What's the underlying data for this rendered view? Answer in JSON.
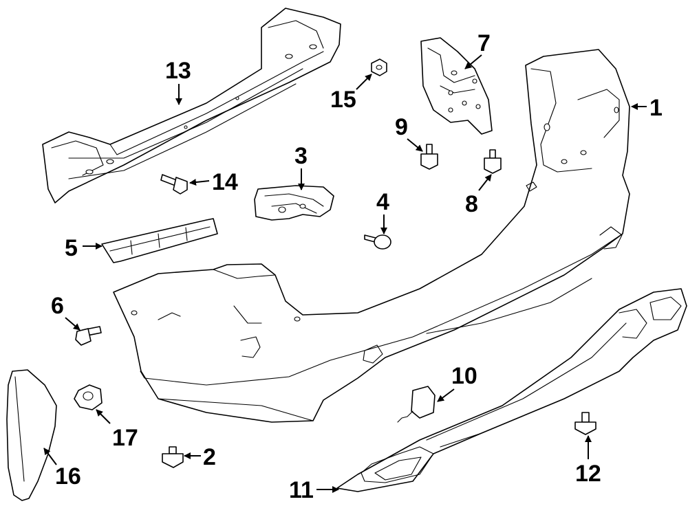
{
  "callouts": [
    {
      "id": "1",
      "label": "1"
    },
    {
      "id": "2",
      "label": "2"
    },
    {
      "id": "3",
      "label": "3"
    },
    {
      "id": "4",
      "label": "4"
    },
    {
      "id": "5",
      "label": "5"
    },
    {
      "id": "6",
      "label": "6"
    },
    {
      "id": "7",
      "label": "7"
    },
    {
      "id": "8",
      "label": "8"
    },
    {
      "id": "9",
      "label": "9"
    },
    {
      "id": "10",
      "label": "10"
    },
    {
      "id": "11",
      "label": "11"
    },
    {
      "id": "12",
      "label": "12"
    },
    {
      "id": "13",
      "label": "13"
    },
    {
      "id": "14",
      "label": "14"
    },
    {
      "id": "15",
      "label": "15"
    },
    {
      "id": "16",
      "label": "16"
    },
    {
      "id": "17",
      "label": "17"
    }
  ]
}
